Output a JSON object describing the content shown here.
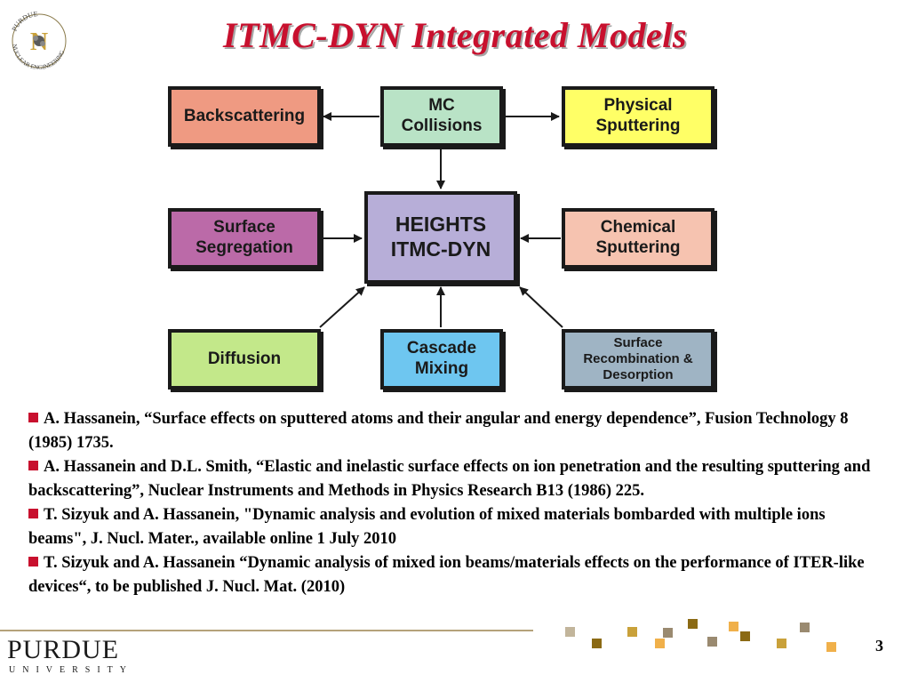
{
  "title": "ITMC-DYN Integrated Models",
  "seal": {
    "text_top": "PURDUE",
    "text_bottom": "NUCLEAR ENGINEERING",
    "letter": "N"
  },
  "diagram": {
    "nodes": [
      {
        "id": "backscattering",
        "label": "Backscattering",
        "color": "#ef9a82"
      },
      {
        "id": "mc-collisions",
        "label": "MC\nCollisions",
        "color": "#b9e3c6"
      },
      {
        "id": "physical-sputtering",
        "label": "Physical\nSputtering",
        "color": "#ffff66"
      },
      {
        "id": "surface-segregation",
        "label": "Surface\nSegregation",
        "color": "#bb6aa8"
      },
      {
        "id": "heights-itmc-dyn",
        "label": "HEIGHTS\nITMC-DYN",
        "color": "#b7aed8"
      },
      {
        "id": "chemical-sputtering",
        "label": "Chemical\nSputtering",
        "color": "#f6c3b0"
      },
      {
        "id": "diffusion",
        "label": "Diffusion",
        "color": "#c3e88a"
      },
      {
        "id": "cascade-mixing",
        "label": "Cascade\nMixing",
        "color": "#6ec6f0"
      },
      {
        "id": "surface-recombination",
        "label": "Surface\nRecombination &\nDesorption",
        "color": "#9fb4c4"
      }
    ],
    "edges": [
      {
        "from": "mc-collisions",
        "to": "backscattering"
      },
      {
        "from": "mc-collisions",
        "to": "physical-sputtering"
      },
      {
        "from": "mc-collisions",
        "to": "heights-itmc-dyn"
      },
      {
        "from": "surface-segregation",
        "to": "heights-itmc-dyn"
      },
      {
        "from": "chemical-sputtering",
        "to": "heights-itmc-dyn"
      },
      {
        "from": "diffusion",
        "to": "heights-itmc-dyn"
      },
      {
        "from": "cascade-mixing",
        "to": "heights-itmc-dyn"
      },
      {
        "from": "surface-recombination",
        "to": "heights-itmc-dyn"
      }
    ]
  },
  "references": [
    "A. Hassanein, “Surface effects on sputtered atoms and their angular and energy dependence”, Fusion Technology 8 (1985) 1735.",
    "A. Hassanein and D.L. Smith, “Elastic and inelastic surface effects on ion penetration and the resulting sputtering and backscattering”, Nuclear Instruments and Methods in Physics Research B13 (1986) 225.",
    "T. Sizyuk and A. Hassanein, \"Dynamic analysis and evolution of mixed materials bombarded with multiple ions beams\", J. Nucl. Mater., available online 1 July 2010",
    "T. Sizyuk and A. Hassanein “Dynamic analysis of mixed ion beams/materials effects on the performance of ITER-like devices“, to be published J. Nucl. Mat. (2010)"
  ],
  "footer": {
    "logo_name": "PURDUE",
    "logo_sub": "UNIVERSITY",
    "page_number": "3"
  },
  "colors": {
    "title": "#c8102e",
    "bullet": "#c8102e",
    "gold_dark": "#8b6a14",
    "gold_light": "#f0b04a"
  }
}
